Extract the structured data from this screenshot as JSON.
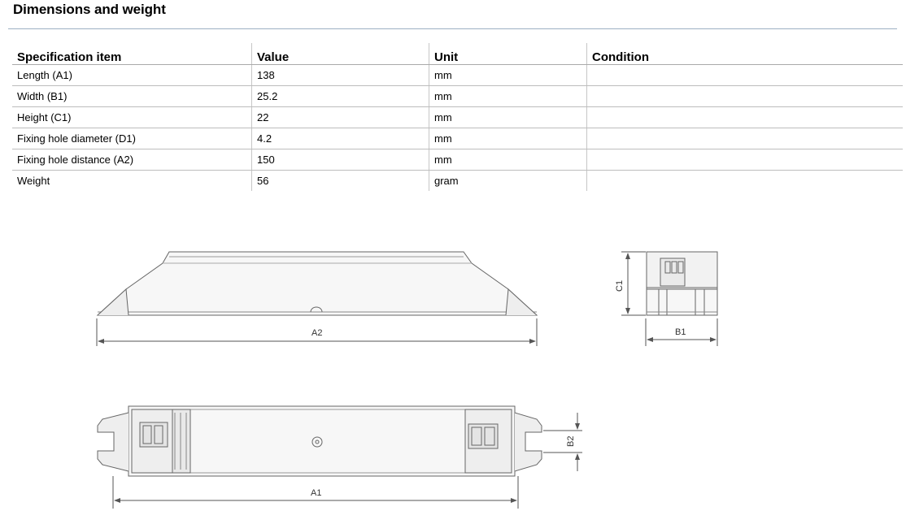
{
  "section": {
    "title": "Dimensions and weight"
  },
  "table": {
    "headers": [
      "Specification item",
      "Value",
      "Unit",
      "Condition"
    ],
    "rows": [
      {
        "item": "Length (A1)",
        "value": "138",
        "unit": "mm",
        "condition": ""
      },
      {
        "item": "Width (B1)",
        "value": "25.2",
        "unit": "mm",
        "condition": ""
      },
      {
        "item": "Height (C1)",
        "value": "22",
        "unit": "mm",
        "condition": ""
      },
      {
        "item": "Fixing hole diameter (D1)",
        "value": "4.2",
        "unit": "mm",
        "condition": ""
      },
      {
        "item": "Fixing hole distance (A2)",
        "value": "150",
        "unit": "mm",
        "condition": ""
      },
      {
        "item": "Weight",
        "value": "56",
        "unit": "gram",
        "condition": ""
      }
    ]
  },
  "drawing": {
    "labels": {
      "a2": "A2",
      "a1": "A1",
      "b1": "B1",
      "c1": "C1",
      "b2": "B2"
    }
  }
}
